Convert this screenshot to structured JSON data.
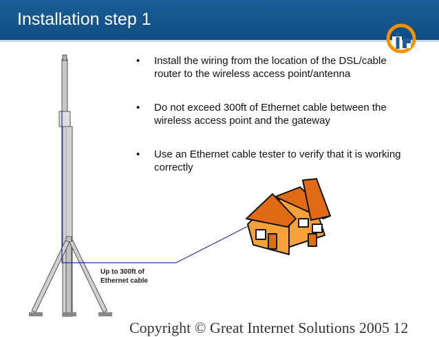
{
  "header": {
    "title": "Installation step 1"
  },
  "bullets": [
    "Install the wiring from the location of the DSL/cable router to the wireless access point/antenna",
    "Do not exceed 300ft of Ethernet cable between the wireless access point and the gateway",
    "Use an Ethernet cable tester to verify that it is working correctly"
  ],
  "bullet_symbol": "•",
  "cable_label": {
    "line1": "Up to 300ft of",
    "line2": "Ethernet cable"
  },
  "footer": {
    "text": "Copyright © Great Internet Solutions 2005  12"
  },
  "colors": {
    "header": "#115088",
    "cable": "#1f2fb0",
    "house_wall": "#f7a13a",
    "house_roof": "#e06a16",
    "logo_orange": "#f29200"
  },
  "icons": {
    "logo": "company-logo-icon",
    "tower": "antenna-tower-illustration",
    "house": "house-illustration"
  }
}
